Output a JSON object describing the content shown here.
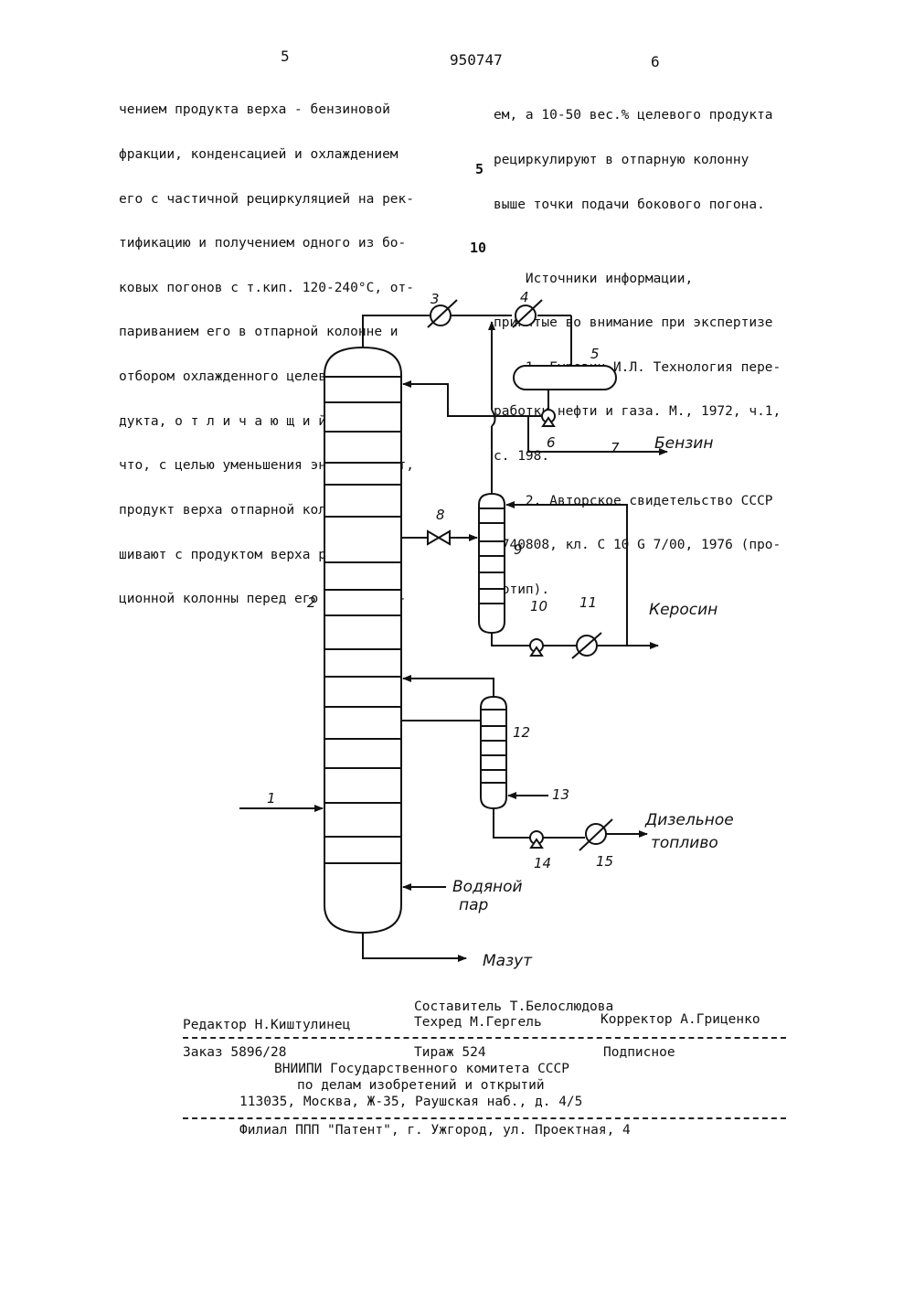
{
  "header": {
    "page_left": "5",
    "patent_number": "950747",
    "page_right": "6"
  },
  "left_column": [
    "чением продукта верха - бензиновой",
    "фракции, конденсацией и охлаждением",
    "его с частичной рециркуляцией на рек-",
    "тификацию и получением одного из бо-",
    "ковых погонов с т.кип. 120-240°С, от-",
    "париванием его в отпарной колонне и",
    "отбором охлажденного целевого про-",
    "дукта, о т л и ч а ю щ и й с я тем,",
    "что, с целью уменьшения энергозатрат,",
    "продукт верха отпарной колонны сме-",
    "шивают с продуктом верха ректифика-",
    "ционной колонны перед его охлаждени-"
  ],
  "right_column": [
    "ем, а 10-50 вес.% целевого продукта",
    "рециркулируют в отпарную колонну",
    "выше точки подачи бокового погона.",
    "",
    "    Источники информации,",
    "принятые во внимание при экспертизе",
    "    1. Гуревич И.Л. Технология пере-",
    "работки нефти и газа. М., 1972, ч.1,",
    "с. 198.",
    "    2. Авторское свидетельство СССР",
    "№740808, кл. С 10 G 7/00, 1976 (про-",
    "тотип)."
  ],
  "line_markers": [
    "5",
    "10"
  ],
  "diagram": {
    "labels": {
      "benzin": "Бензин",
      "kerosin": "Керосин",
      "diesel_1": "Дизельное",
      "diesel_2": "топливо",
      "steam_1": "Водяной",
      "steam_2": "пар",
      "mazut": "Мазут"
    },
    "numbers": [
      "1",
      "2",
      "3",
      "4",
      "5",
      "6",
      "7",
      "8",
      "9",
      "10",
      "11",
      "12",
      "13",
      "14",
      "15"
    ]
  },
  "footer": {
    "compiler": "Составитель Т.Белослюдова",
    "editor": "Редактор Н.Киштулинец",
    "techred": "Техред М.Гергель",
    "corrector": "Корректор А.Гриценко",
    "order": "Заказ 5896/28",
    "circulation": "Тираж 524",
    "subscription": "Подписное",
    "org_1": "ВНИИПИ Государственного комитета СССР",
    "org_2": "по делам изобретений и открытий",
    "address": "113035, Москва, Ж-35, Раушская наб., д. 4/5",
    "branch": "Филиал ППП \"Патент\", г. Ужгород, ул. Проектная, 4"
  }
}
